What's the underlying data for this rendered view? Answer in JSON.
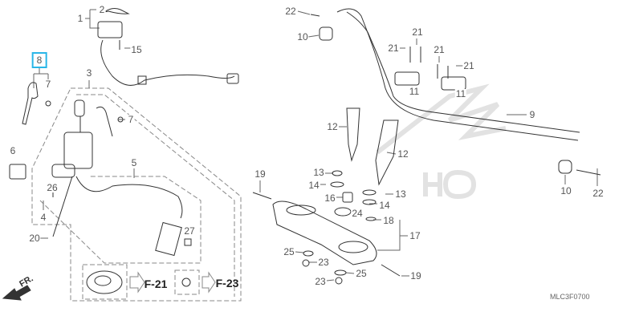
{
  "diagram_code": "MLC3F0700",
  "front_label": "FR.",
  "watermark": "HONDA",
  "selected_part": "8",
  "highlight_color": "#29b6e8",
  "references": [
    "F-21",
    "F-23"
  ],
  "callouts": [
    "2",
    "1",
    "15",
    "8",
    "7",
    "3",
    "7",
    "6",
    "5",
    "26",
    "4",
    "20",
    "27",
    "22",
    "10",
    "21",
    "21",
    "21",
    "21",
    "11",
    "11",
    "12",
    "12",
    "9",
    "19",
    "13",
    "14",
    "16",
    "13",
    "14",
    "24",
    "18",
    "17",
    "25",
    "23",
    "25",
    "23",
    "19",
    "10",
    "22"
  ]
}
